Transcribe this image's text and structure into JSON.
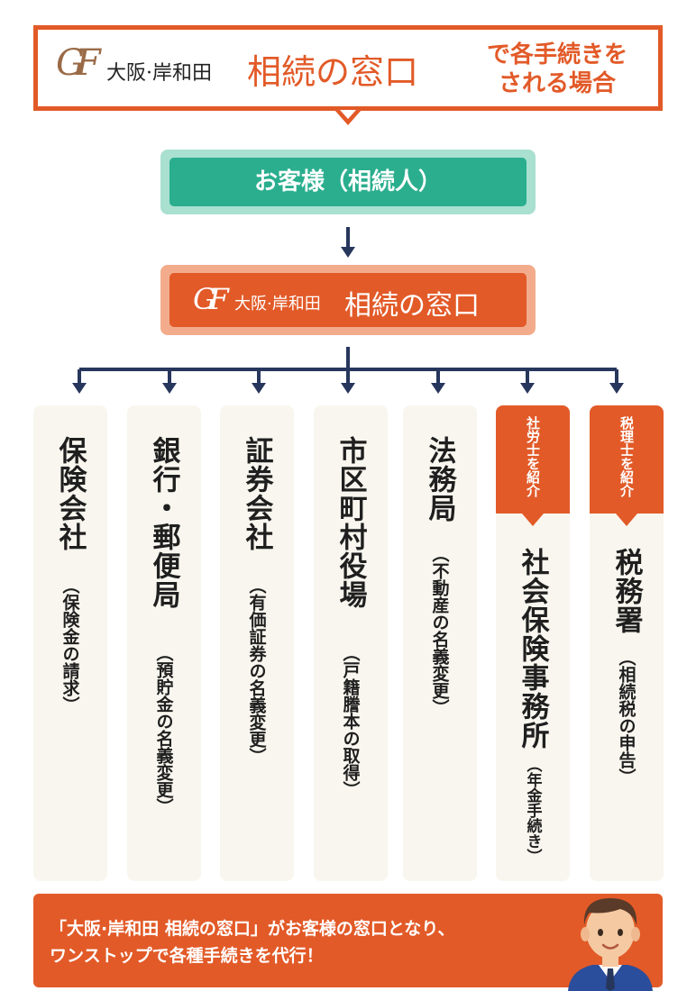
{
  "header": {
    "logo_mark": "GF",
    "logo_place": "大阪·岸和田",
    "logo_name": "相続の窓口",
    "tagline_line1": "で各手続きを",
    "tagline_line2": "される場合"
  },
  "customer_box": {
    "label": "お客様（相続人）"
  },
  "office_box": {
    "logo_mark": "GF",
    "place": "大阪·岸和田",
    "name": "相続の窓口"
  },
  "columns": [
    {
      "title": "保険会社",
      "detail": "（保険金の請求）",
      "tag": ""
    },
    {
      "title": "銀行・郵便局",
      "detail": "（預貯金の名義変更）",
      "tag": ""
    },
    {
      "title": "証券会社",
      "detail": "（有価証券の名義変更）",
      "tag": ""
    },
    {
      "title": "市区町村役場",
      "detail": "（戸籍謄本の取得）",
      "tag": ""
    },
    {
      "title": "法務局",
      "detail": "（不動産の名義変更）",
      "tag": ""
    },
    {
      "title": "社会保険事務所",
      "detail": "（年金手続き）",
      "tag_col1": "社労士を",
      "tag_col2": "紹介"
    },
    {
      "title": "税務署",
      "detail": "（相続税の申告）",
      "tag_col1": "税理士を",
      "tag_col2": "紹介"
    }
  ],
  "footer": {
    "line1": "「大阪·岸和田 相続の窓口」がお客様の窓口となり、",
    "line2": "ワンストップで各種手続きを代行！"
  },
  "colors": {
    "orange": "#e25a28",
    "teal": "#2aae8e",
    "teal_light": "#a9e0d0",
    "navy": "#27365c",
    "cream": "#f8f6ee",
    "logo_brown": "#9a6a47"
  }
}
